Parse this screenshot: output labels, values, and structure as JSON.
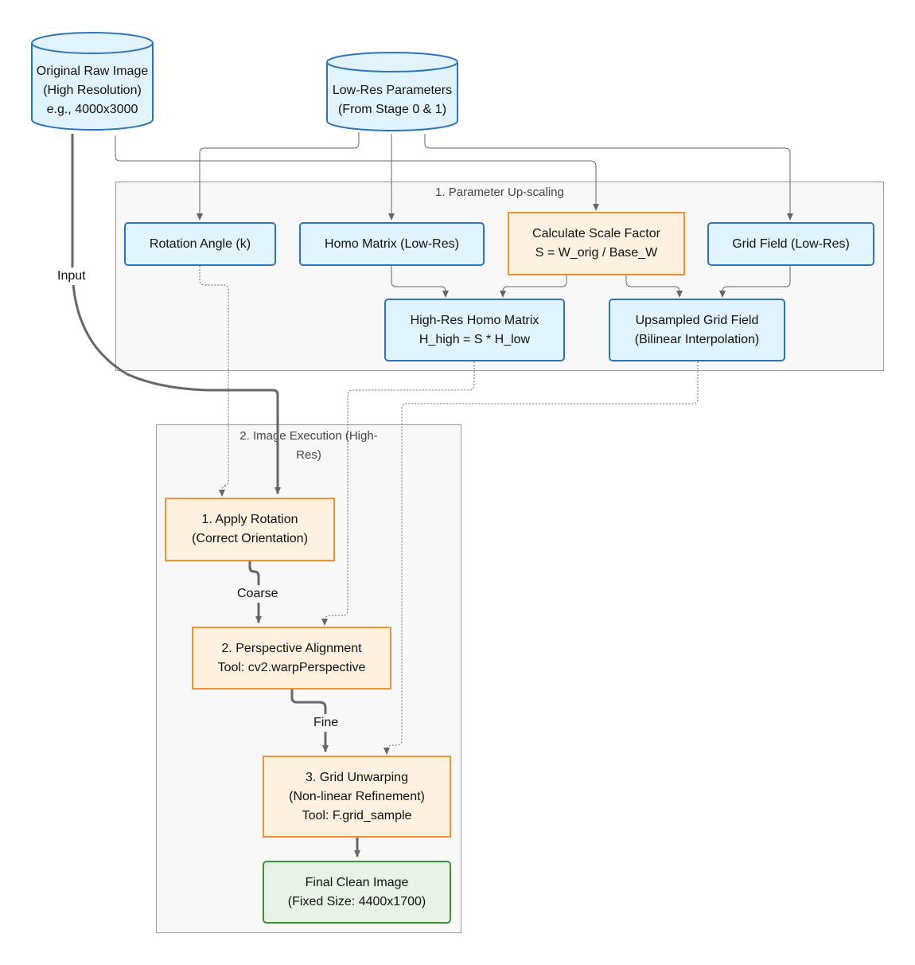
{
  "groups": {
    "upscaling": {
      "title": "1. Parameter Up-scaling"
    },
    "execution": {
      "title_line1": "2. Image Execution (High-",
      "title_line2": "Res)"
    }
  },
  "nodes": {
    "raw_image": {
      "lines": [
        "Original Raw Image",
        "(High Resolution)",
        "e.g., 4000x3000"
      ]
    },
    "lowres_params": {
      "lines": [
        "Low-Res Parameters",
        "(From Stage 0 & 1)"
      ]
    },
    "rotation_angle": {
      "lines": [
        "Rotation Angle (k)"
      ]
    },
    "homo_matrix": {
      "lines": [
        "Homo Matrix (Low-Res)"
      ]
    },
    "scale_factor": {
      "lines": [
        "Calculate Scale Factor",
        "S = W_orig / Base_W"
      ]
    },
    "grid_field": {
      "lines": [
        "Grid Field (Low-Res)"
      ]
    },
    "highres_homo": {
      "lines": [
        "High-Res Homo Matrix",
        "H_high = S * H_low"
      ]
    },
    "upsampled_grid": {
      "lines": [
        "Upsampled Grid Field",
        "(Bilinear Interpolation)"
      ]
    },
    "apply_rotation": {
      "lines": [
        "1. Apply Rotation",
        "(Correct Orientation)"
      ]
    },
    "perspective": {
      "lines": [
        "2. Perspective Alignment",
        "Tool: cv2.warpPerspective"
      ]
    },
    "grid_unwarp": {
      "lines": [
        "3. Grid Unwarping",
        "(Non-linear Refinement)",
        "Tool: F.grid_sample"
      ]
    },
    "final_image": {
      "lines": [
        "Final Clean Image",
        "(Fixed Size: 4400x1700)"
      ]
    }
  },
  "edge_labels": {
    "input": "Input",
    "coarse": "Coarse",
    "fine": "Fine"
  },
  "colors": {
    "blue_fill": "#e1f3fc",
    "blue_stroke": "#2e74b5",
    "orange_fill": "#fff1df",
    "orange_stroke": "#f2912e",
    "green_fill": "#e6f3e5",
    "green_stroke": "#3d9135",
    "edge": "#666666"
  }
}
